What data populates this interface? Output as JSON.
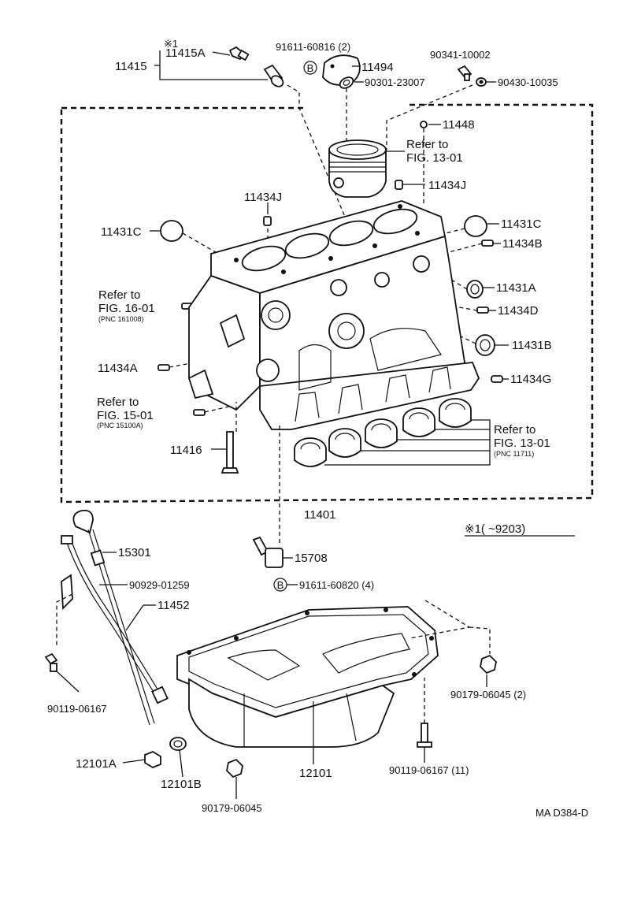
{
  "diagram": {
    "labels": {
      "p11415": "11415",
      "p11415A": "11415A",
      "note_mark": "※1",
      "p91611_60816": "91611-60816 (2)",
      "p11494": "11494",
      "p90301": "90301-23007",
      "p90341": "90341-10002",
      "p90430": "90430-10035",
      "p11448": "11448",
      "refer_to_a": "Refer to",
      "fig_13_01_a": "FIG. 13-01",
      "p11434J_left": "11434J",
      "p11434J_right": "11434J",
      "p11431C_left": "11431C",
      "p11431C_right": "11431C",
      "p11434B": "11434B",
      "refer_to_b": "Refer to",
      "fig_16_01": "FIG. 16-01",
      "pnc_161008": "(PNC 161008)",
      "p11431A": "11431A",
      "p11434D": "11434D",
      "p11431B": "11431B",
      "p11434A": "11434A",
      "p11434G": "11434G",
      "refer_to_c": "Refer to",
      "fig_15_01": "FIG. 15-01",
      "pnc_15100A": "(PNC 15100A)",
      "refer_to_d": "Refer to",
      "fig_13_01_b": "FIG. 13-01",
      "pnc_11711": "(PNC 11711)",
      "p11416": "11416",
      "p11401": "11401",
      "note_range": "※1(       ~9203)",
      "p15301": "15301",
      "p15708": "15708",
      "p90929": "90929-01259",
      "p91611_60820": "91611-60820 (4)",
      "p11452": "11452",
      "p90119_left": "90119-06167",
      "p90179_right": "90179-06045 (2)",
      "p90119_right": "90119-06167 (11)",
      "p12101A": "12101A",
      "p12101B": "12101B",
      "p12101": "12101",
      "p90179_bottom": "90179-06045",
      "bolt_mark": "B",
      "ref_code": "MA D384-D"
    }
  }
}
